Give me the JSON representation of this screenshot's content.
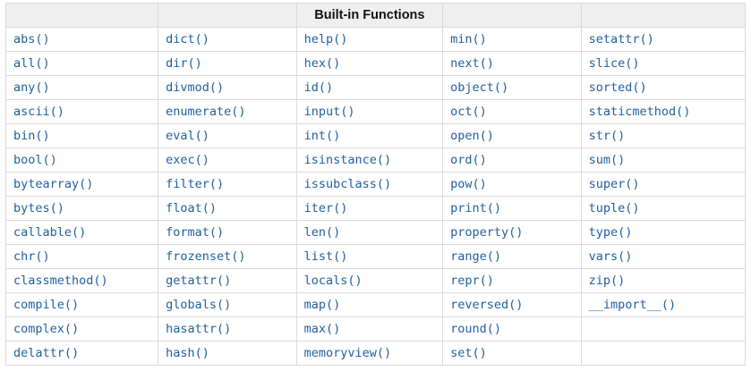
{
  "theme": {
    "page-bg": "#ffffff",
    "link-color": "#20609f",
    "header-bg": "#efefef",
    "header-text-color": "#111111",
    "border-color": "#d9d9d9",
    "outer-border-color": "#cccccc"
  },
  "table": {
    "title": "Built-in Functions",
    "header_cells": [
      "",
      "",
      "Built-in Functions",
      "",
      ""
    ],
    "rows": [
      [
        "abs()",
        "dict()",
        "help()",
        "min()",
        "setattr()"
      ],
      [
        "all()",
        "dir()",
        "hex()",
        "next()",
        "slice()"
      ],
      [
        "any()",
        "divmod()",
        "id()",
        "object()",
        "sorted()"
      ],
      [
        "ascii()",
        "enumerate()",
        "input()",
        "oct()",
        "staticmethod()"
      ],
      [
        "bin()",
        "eval()",
        "int()",
        "open()",
        "str()"
      ],
      [
        "bool()",
        "exec()",
        "isinstance()",
        "ord()",
        "sum()"
      ],
      [
        "bytearray()",
        "filter()",
        "issubclass()",
        "pow()",
        "super()"
      ],
      [
        "bytes()",
        "float()",
        "iter()",
        "print()",
        "tuple()"
      ],
      [
        "callable()",
        "format()",
        "len()",
        "property()",
        "type()"
      ],
      [
        "chr()",
        "frozenset()",
        "list()",
        "range()",
        "vars()"
      ],
      [
        "classmethod()",
        "getattr()",
        "locals()",
        "repr()",
        "zip()"
      ],
      [
        "compile()",
        "globals()",
        "map()",
        "reversed()",
        "__import__()"
      ],
      [
        "complex()",
        "hasattr()",
        "max()",
        "round()",
        ""
      ],
      [
        "delattr()",
        "hash()",
        "memoryview()",
        "set()",
        ""
      ]
    ]
  }
}
